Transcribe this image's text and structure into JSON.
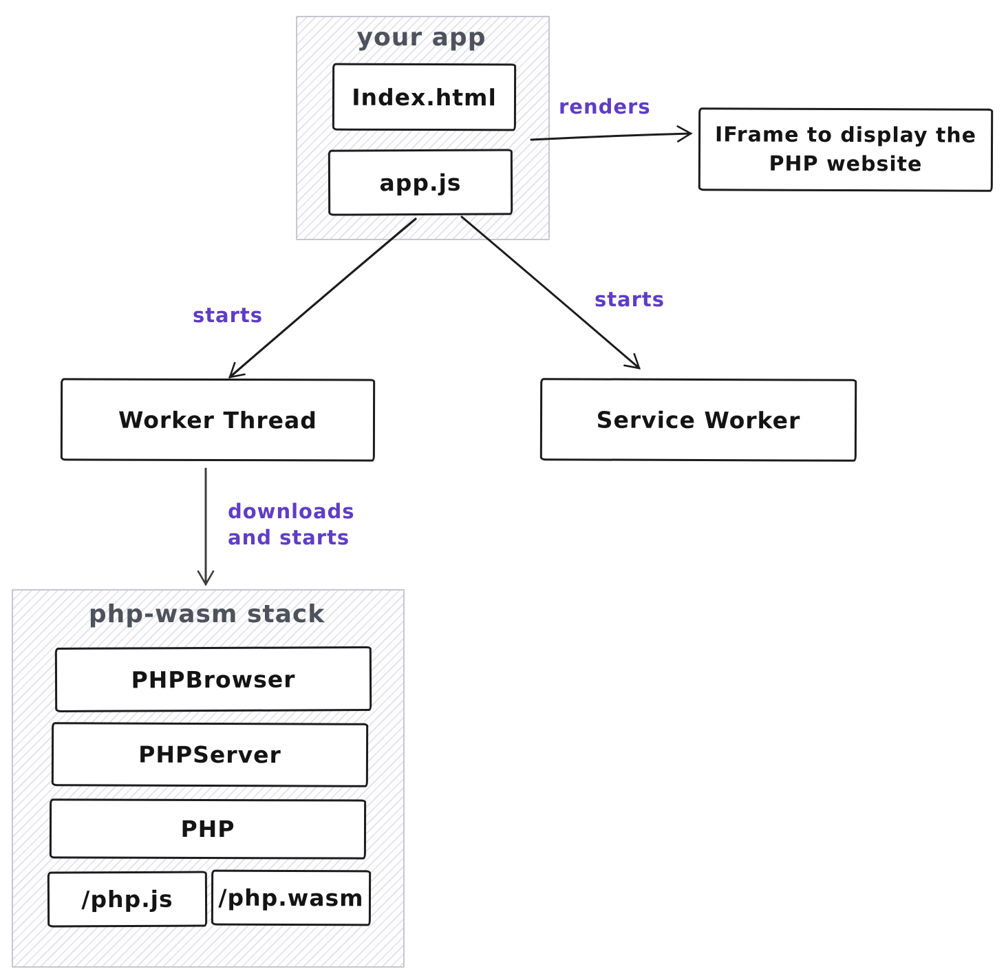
{
  "diagram": {
    "containers": {
      "your_app": {
        "title": "your app"
      },
      "php_wasm_stack": {
        "title": "php-wasm stack"
      }
    },
    "nodes": {
      "index_html": {
        "label": "Index.html"
      },
      "app_js": {
        "label": "app.js"
      },
      "iframe": {
        "label_line1": "IFrame to display the",
        "label_line2": "PHP website"
      },
      "worker_thread": {
        "label": "Worker Thread"
      },
      "service_worker": {
        "label": "Service Worker"
      },
      "php_browser": {
        "label": "PHPBrowser"
      },
      "php_server": {
        "label": "PHPServer"
      },
      "php": {
        "label": "PHP"
      },
      "php_js": {
        "label": "/php.js"
      },
      "php_wasm": {
        "label": "/php.wasm"
      }
    },
    "edge_labels": {
      "renders": "renders",
      "starts_worker": "starts",
      "starts_service": "starts",
      "downloads_line1": "downloads",
      "downloads_line2": "and starts"
    },
    "colors": {
      "node_stroke": "#1c1c1c",
      "edge_label": "#5f3dc4",
      "container_title": "#4d525c",
      "container_border": "#c6c6d2",
      "downloads_arrow": "#3d3d3d"
    }
  }
}
